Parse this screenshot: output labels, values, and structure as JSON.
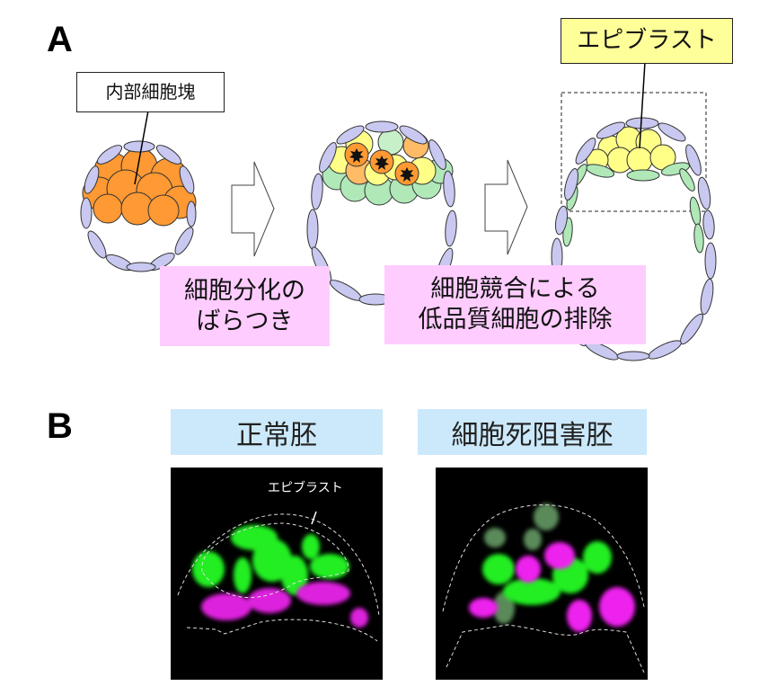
{
  "panels": {
    "A": {
      "letter": "A",
      "stages": [
        {
          "name": "blastocyst-early",
          "label": "内部細胞塊"
        },
        {
          "name": "blastocyst-mid"
        },
        {
          "name": "blastocyst-late",
          "label": "エピブラスト"
        }
      ],
      "annotations": [
        {
          "lines": [
            "細胞分化の",
            "ばらつき"
          ]
        },
        {
          "lines": [
            "細胞競合による",
            "低品質細胞の排除"
          ]
        }
      ]
    },
    "B": {
      "letter": "B",
      "images": [
        {
          "title": "正常胚",
          "overlay_label": "エピブラスト"
        },
        {
          "title": "細胞死阻害胚"
        }
      ]
    }
  },
  "colors": {
    "trophectoderm": "#c8c8f0",
    "icm_orange": "#ff9933",
    "pale_orange": "#ffbb66",
    "epiblast_yellow": "#ffff88",
    "primitive_endoderm_green": "#b0e8b8",
    "label_yellow": "#ffff99",
    "annotation_pink": "#ffccff",
    "header_blue": "#cce9fb",
    "fluor_green": "#22ee22",
    "fluor_magenta": "#ee22ee"
  }
}
